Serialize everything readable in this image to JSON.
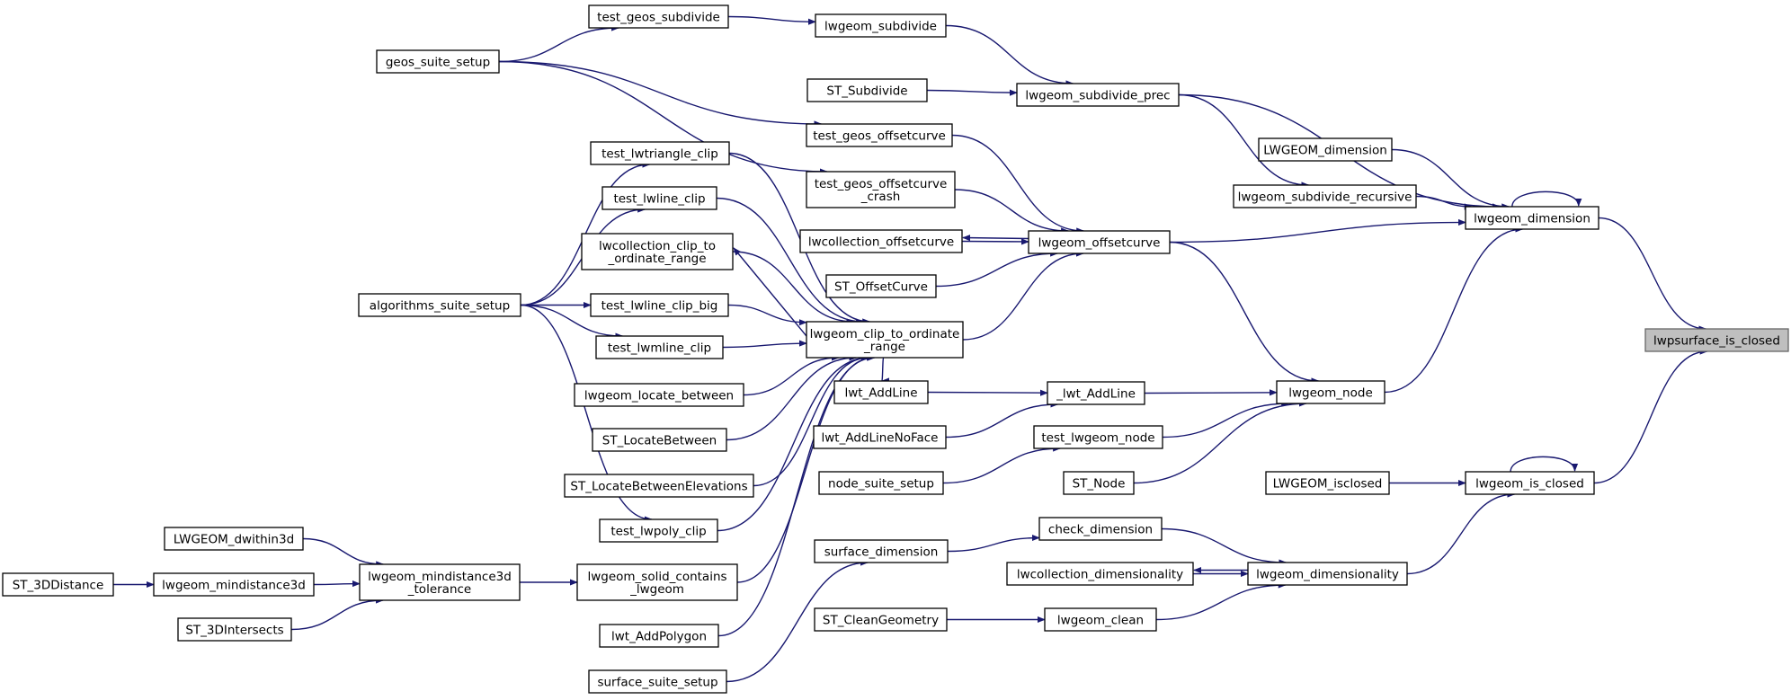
{
  "graph": {
    "colors": {
      "edge": "#191970",
      "node_border": "#000000",
      "target_fill": "#bfbfbf",
      "background": "#ffffff"
    },
    "nodes": {
      "lwpsurface_is_closed": [
        "lwpsurface_is_closed"
      ],
      "lwgeom_dimension": [
        "lwgeom_dimension"
      ],
      "lwgeom_is_closed": [
        "lwgeom_is_closed"
      ],
      "lwgeom_subdivide_prec": [
        "lwgeom_subdivide_prec"
      ],
      "LWGEOM_dimension": [
        "LWGEOM_dimension"
      ],
      "lwgeom_subdivide_recursive": [
        "lwgeom_subdivide_recursive"
      ],
      "lwgeom_node": [
        "lwgeom_node"
      ],
      "LWGEOM_isclosed": [
        "LWGEOM_isclosed"
      ],
      "lwgeom_dimensionality": [
        "lwgeom_dimensionality"
      ],
      "lwgeom_subdivide": [
        "lwgeom_subdivide"
      ],
      "ST_Subdivide": [
        "ST_Subdivide"
      ],
      "lwgeom_offsetcurve": [
        "lwgeom_offsetcurve"
      ],
      "_lwt_AddLine": [
        "_lwt_AddLine"
      ],
      "test_lwgeom_node": [
        "test_lwgeom_node"
      ],
      "ST_Node": [
        "ST_Node"
      ],
      "check_dimension": [
        "check_dimension"
      ],
      "lwcollection_dimensionality": [
        "lwcollection_dimensionality"
      ],
      "lwgeom_clean": [
        "lwgeom_clean"
      ],
      "test_geos_subdivide": [
        "test_geos_subdivide"
      ],
      "test_geos_offsetcurve": [
        "test_geos_offsetcurve"
      ],
      "test_geos_offsetcurve_crash": [
        "test_geos_offsetcurve",
        "_crash"
      ],
      "lwcollection_offsetcurve": [
        "lwcollection_offsetcurve"
      ],
      "ST_OffsetCurve": [
        "ST_OffsetCurve"
      ],
      "lwgeom_clip_to_ordinate_range": [
        "lwgeom_clip_to_ordinate",
        "_range"
      ],
      "lwt_AddLine": [
        "lwt_AddLine"
      ],
      "lwt_AddLineNoFace": [
        "lwt_AddLineNoFace"
      ],
      "node_suite_setup": [
        "node_suite_setup"
      ],
      "surface_dimension": [
        "surface_dimension"
      ],
      "ST_CleanGeometry": [
        "ST_CleanGeometry"
      ],
      "geos_suite_setup": [
        "geos_suite_setup"
      ],
      "test_lwtriangle_clip": [
        "test_lwtriangle_clip"
      ],
      "test_lwline_clip": [
        "test_lwline_clip"
      ],
      "lwcollection_clip_to_ordinate_range": [
        "lwcollection_clip_to",
        "_ordinate_range"
      ],
      "test_lwline_clip_big": [
        "test_lwline_clip_big"
      ],
      "test_lwmline_clip": [
        "test_lwmline_clip"
      ],
      "lwgeom_locate_between": [
        "lwgeom_locate_between"
      ],
      "ST_LocateBetween": [
        "ST_LocateBetween"
      ],
      "ST_LocateBetweenElevations": [
        "ST_LocateBetweenElevations"
      ],
      "test_lwpoly_clip": [
        "test_lwpoly_clip"
      ],
      "lwgeom_solid_contains_lwgeom": [
        "lwgeom_solid_contains",
        "_lwgeom"
      ],
      "lwt_AddPolygon": [
        "lwt_AddPolygon"
      ],
      "surface_suite_setup": [
        "surface_suite_setup"
      ],
      "algorithms_suite_setup": [
        "algorithms_suite_setup"
      ],
      "lwgeom_mindistance3d_tolerance": [
        "lwgeom_mindistance3d",
        "_tolerance"
      ],
      "LWGEOM_dwithin3d": [
        "LWGEOM_dwithin3d"
      ],
      "lwgeom_mindistance3d": [
        "lwgeom_mindistance3d"
      ],
      "ST_3DIntersects": [
        "ST_3DIntersects"
      ],
      "ST_3DDistance": [
        "ST_3DDistance"
      ]
    },
    "edges": [
      [
        "lwgeom_dimension",
        "lwpsurface_is_closed"
      ],
      [
        "lwgeom_is_closed",
        "lwpsurface_is_closed"
      ],
      [
        "lwgeom_subdivide_prec",
        "lwgeom_dimension"
      ],
      [
        "LWGEOM_dimension",
        "lwgeom_dimension"
      ],
      [
        "lwgeom_subdivide_recursive",
        "lwgeom_dimension"
      ],
      [
        "lwgeom_offsetcurve",
        "lwgeom_dimension"
      ],
      [
        "lwgeom_node",
        "lwgeom_dimension"
      ],
      [
        "lwgeom_dimension",
        "lwgeom_dimension"
      ],
      [
        "lwgeom_subdivide",
        "lwgeom_subdivide_prec"
      ],
      [
        "ST_Subdivide",
        "lwgeom_subdivide_prec"
      ],
      [
        "lwgeom_subdivide_prec",
        "lwgeom_subdivide_recursive"
      ],
      [
        "test_geos_subdivide",
        "lwgeom_subdivide"
      ],
      [
        "geos_suite_setup",
        "test_geos_subdivide"
      ],
      [
        "geos_suite_setup",
        "test_geos_offsetcurve"
      ],
      [
        "geos_suite_setup",
        "test_geos_offsetcurve_crash"
      ],
      [
        "test_geos_offsetcurve",
        "lwgeom_offsetcurve"
      ],
      [
        "test_geos_offsetcurve_crash",
        "lwgeom_offsetcurve"
      ],
      [
        "lwcollection_offsetcurve",
        "lwgeom_offsetcurve"
      ],
      [
        "lwgeom_offsetcurve",
        "lwcollection_offsetcurve"
      ],
      [
        "ST_OffsetCurve",
        "lwgeom_offsetcurve"
      ],
      [
        "lwgeom_clip_to_ordinate_range",
        "lwgeom_offsetcurve"
      ],
      [
        "lwgeom_offsetcurve",
        "lwgeom_node"
      ],
      [
        "_lwt_AddLine",
        "lwgeom_node"
      ],
      [
        "test_lwgeom_node",
        "lwgeom_node"
      ],
      [
        "ST_Node",
        "lwgeom_node"
      ],
      [
        "lwt_AddLine",
        "_lwt_AddLine"
      ],
      [
        "lwt_AddLineNoFace",
        "_lwt_AddLine"
      ],
      [
        "node_suite_setup",
        "test_lwgeom_node"
      ],
      [
        "lwgeom_clip_to_ordinate_range",
        "lwt_AddLine"
      ],
      [
        "test_lwtriangle_clip",
        "lwgeom_clip_to_ordinate_range"
      ],
      [
        "test_lwline_clip",
        "lwgeom_clip_to_ordinate_range"
      ],
      [
        "lwcollection_clip_to_ordinate_range",
        "lwgeom_clip_to_ordinate_range"
      ],
      [
        "lwgeom_clip_to_ordinate_range",
        "lwcollection_clip_to_ordinate_range"
      ],
      [
        "test_lwline_clip_big",
        "lwgeom_clip_to_ordinate_range"
      ],
      [
        "test_lwmline_clip",
        "lwgeom_clip_to_ordinate_range"
      ],
      [
        "lwgeom_locate_between",
        "lwgeom_clip_to_ordinate_range"
      ],
      [
        "ST_LocateBetween",
        "lwgeom_clip_to_ordinate_range"
      ],
      [
        "ST_LocateBetweenElevations",
        "lwgeom_clip_to_ordinate_range"
      ],
      [
        "test_lwpoly_clip",
        "lwgeom_clip_to_ordinate_range"
      ],
      [
        "lwgeom_solid_contains_lwgeom",
        "lwgeom_clip_to_ordinate_range"
      ],
      [
        "lwt_AddPolygon",
        "lwgeom_clip_to_ordinate_range"
      ],
      [
        "algorithms_suite_setup",
        "test_lwtriangle_clip"
      ],
      [
        "algorithms_suite_setup",
        "test_lwline_clip"
      ],
      [
        "algorithms_suite_setup",
        "test_lwline_clip_big"
      ],
      [
        "algorithms_suite_setup",
        "test_lwmline_clip"
      ],
      [
        "algorithms_suite_setup",
        "test_lwpoly_clip"
      ],
      [
        "lwgeom_mindistance3d_tolerance",
        "lwgeom_solid_contains_lwgeom"
      ],
      [
        "LWGEOM_dwithin3d",
        "lwgeom_mindistance3d_tolerance"
      ],
      [
        "lwgeom_mindistance3d",
        "lwgeom_mindistance3d_tolerance"
      ],
      [
        "ST_3DIntersects",
        "lwgeom_mindistance3d_tolerance"
      ],
      [
        "ST_3DDistance",
        "lwgeom_mindistance3d"
      ],
      [
        "LWGEOM_isclosed",
        "lwgeom_is_closed"
      ],
      [
        "lwgeom_dimensionality",
        "lwgeom_is_closed"
      ],
      [
        "lwgeom_is_closed",
        "lwgeom_is_closed"
      ],
      [
        "check_dimension",
        "lwgeom_dimensionality"
      ],
      [
        "lwcollection_dimensionality",
        "lwgeom_dimensionality"
      ],
      [
        "lwgeom_dimensionality",
        "lwcollection_dimensionality"
      ],
      [
        "lwgeom_clean",
        "lwgeom_dimensionality"
      ],
      [
        "surface_dimension",
        "check_dimension"
      ],
      [
        "surface_suite_setup",
        "surface_dimension"
      ],
      [
        "ST_CleanGeometry",
        "lwgeom_clean"
      ]
    ]
  }
}
